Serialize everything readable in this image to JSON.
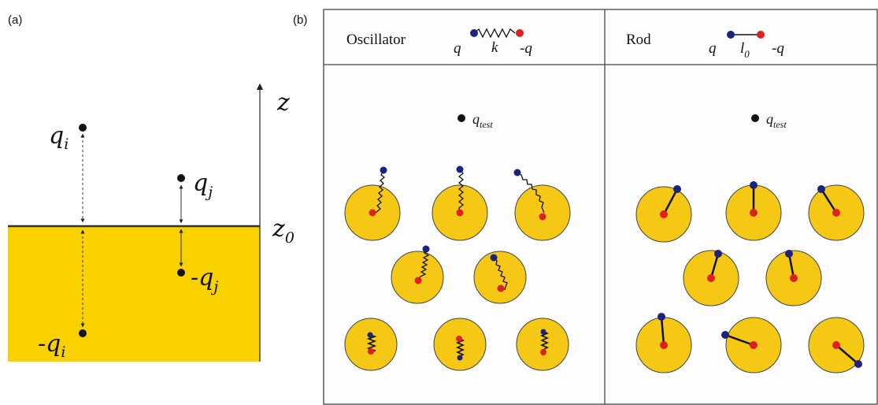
{
  "panel_a": {
    "label": "(a)",
    "axis_label": "z",
    "interface_label": "z",
    "interface_label_sub": "0",
    "charges": {
      "qi_main": "q",
      "qi_sub": "i",
      "qj_main": "q",
      "qj_sub": "j",
      "neg_qj_main": "-q",
      "neg_qj_sub": "j",
      "neg_qi_main": "-q",
      "neg_qi_sub": "i"
    },
    "colors": {
      "dielectric": "#f9d000",
      "line": "#333333"
    }
  },
  "panel_b": {
    "label": "(b)",
    "oscillator": {
      "title": "Oscillator",
      "charge_pos": "q",
      "spring_const": "k",
      "charge_neg": "-q"
    },
    "rod": {
      "title": "Rod",
      "charge_pos": "q",
      "rod_length": "l",
      "rod_length_sub": "0",
      "charge_neg": "-q"
    },
    "test_charge_main": "q",
    "test_charge_sub": "test",
    "colors": {
      "molecule_fill": "#f5c816",
      "positive_charge": "#1a237e",
      "negative_charge": "#e02020"
    }
  }
}
